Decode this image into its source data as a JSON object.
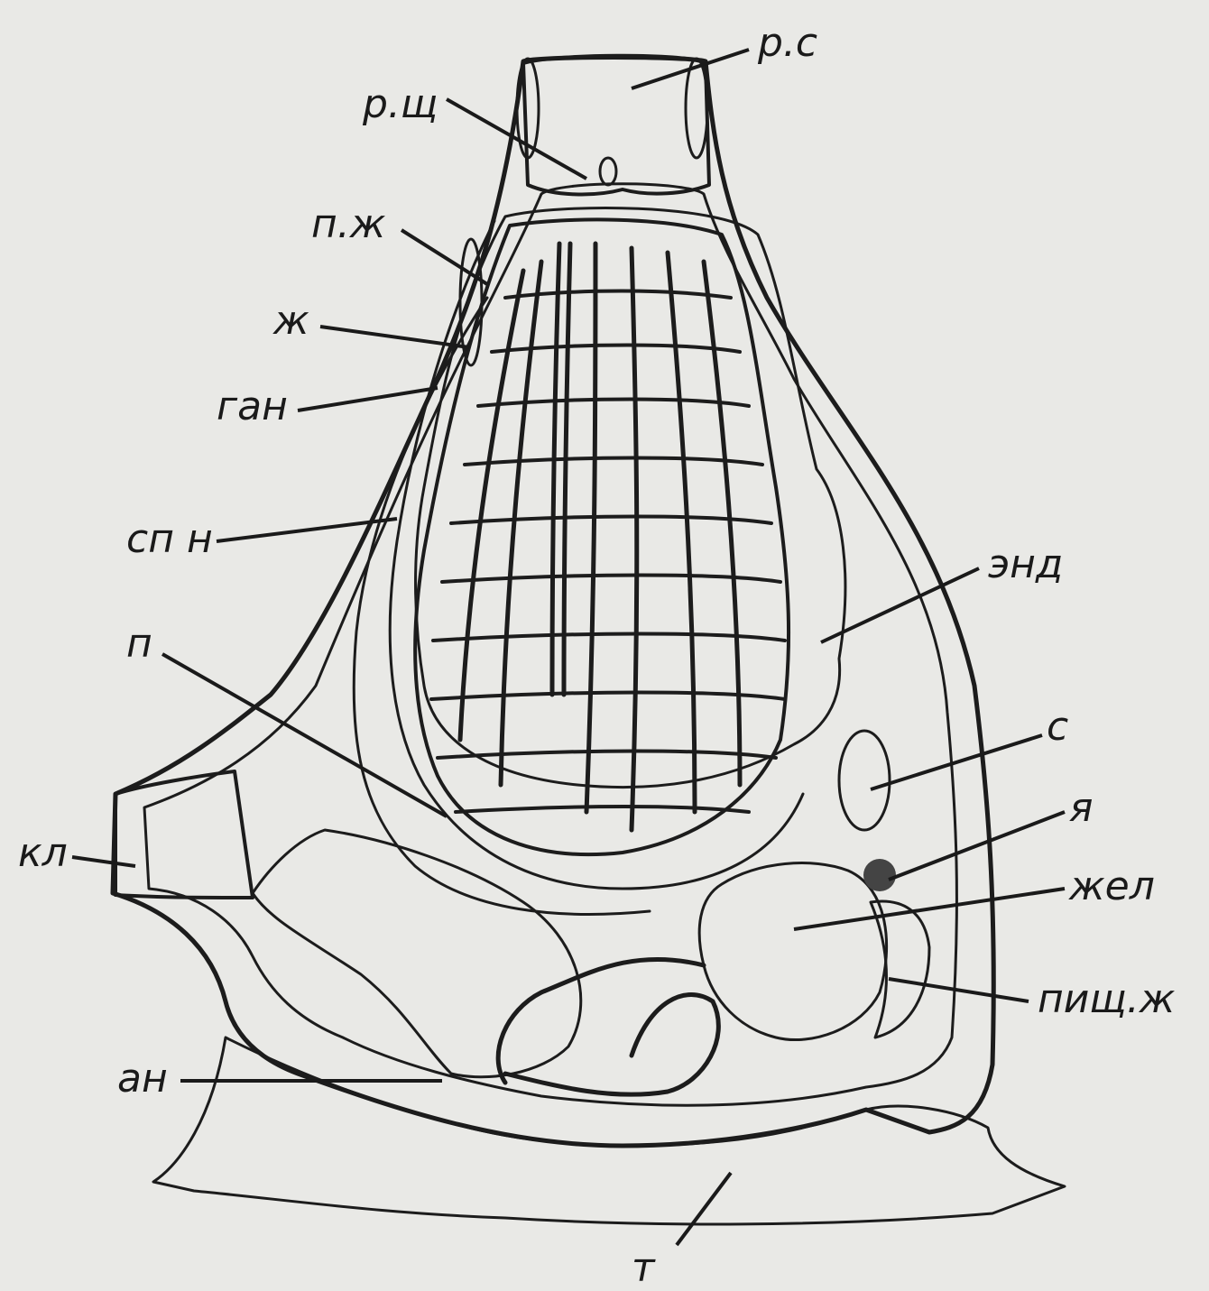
{
  "labels": {
    "rs": "р.с",
    "rsch": "р.щ",
    "pzh": "п.ж",
    "zh": "ж",
    "gan": "ган",
    "spn": "сп н",
    "endo": "энд",
    "p": "п",
    "s": "с",
    "ya": "я",
    "kl": "кл",
    "zhel": "жел",
    "pishch_zh": "пищ.ж",
    "an": "ан",
    "t": "т"
  },
  "colors": {
    "ink": "#1c1c1c",
    "paper": "#e9e9e6",
    "stipple": "#777777"
  }
}
